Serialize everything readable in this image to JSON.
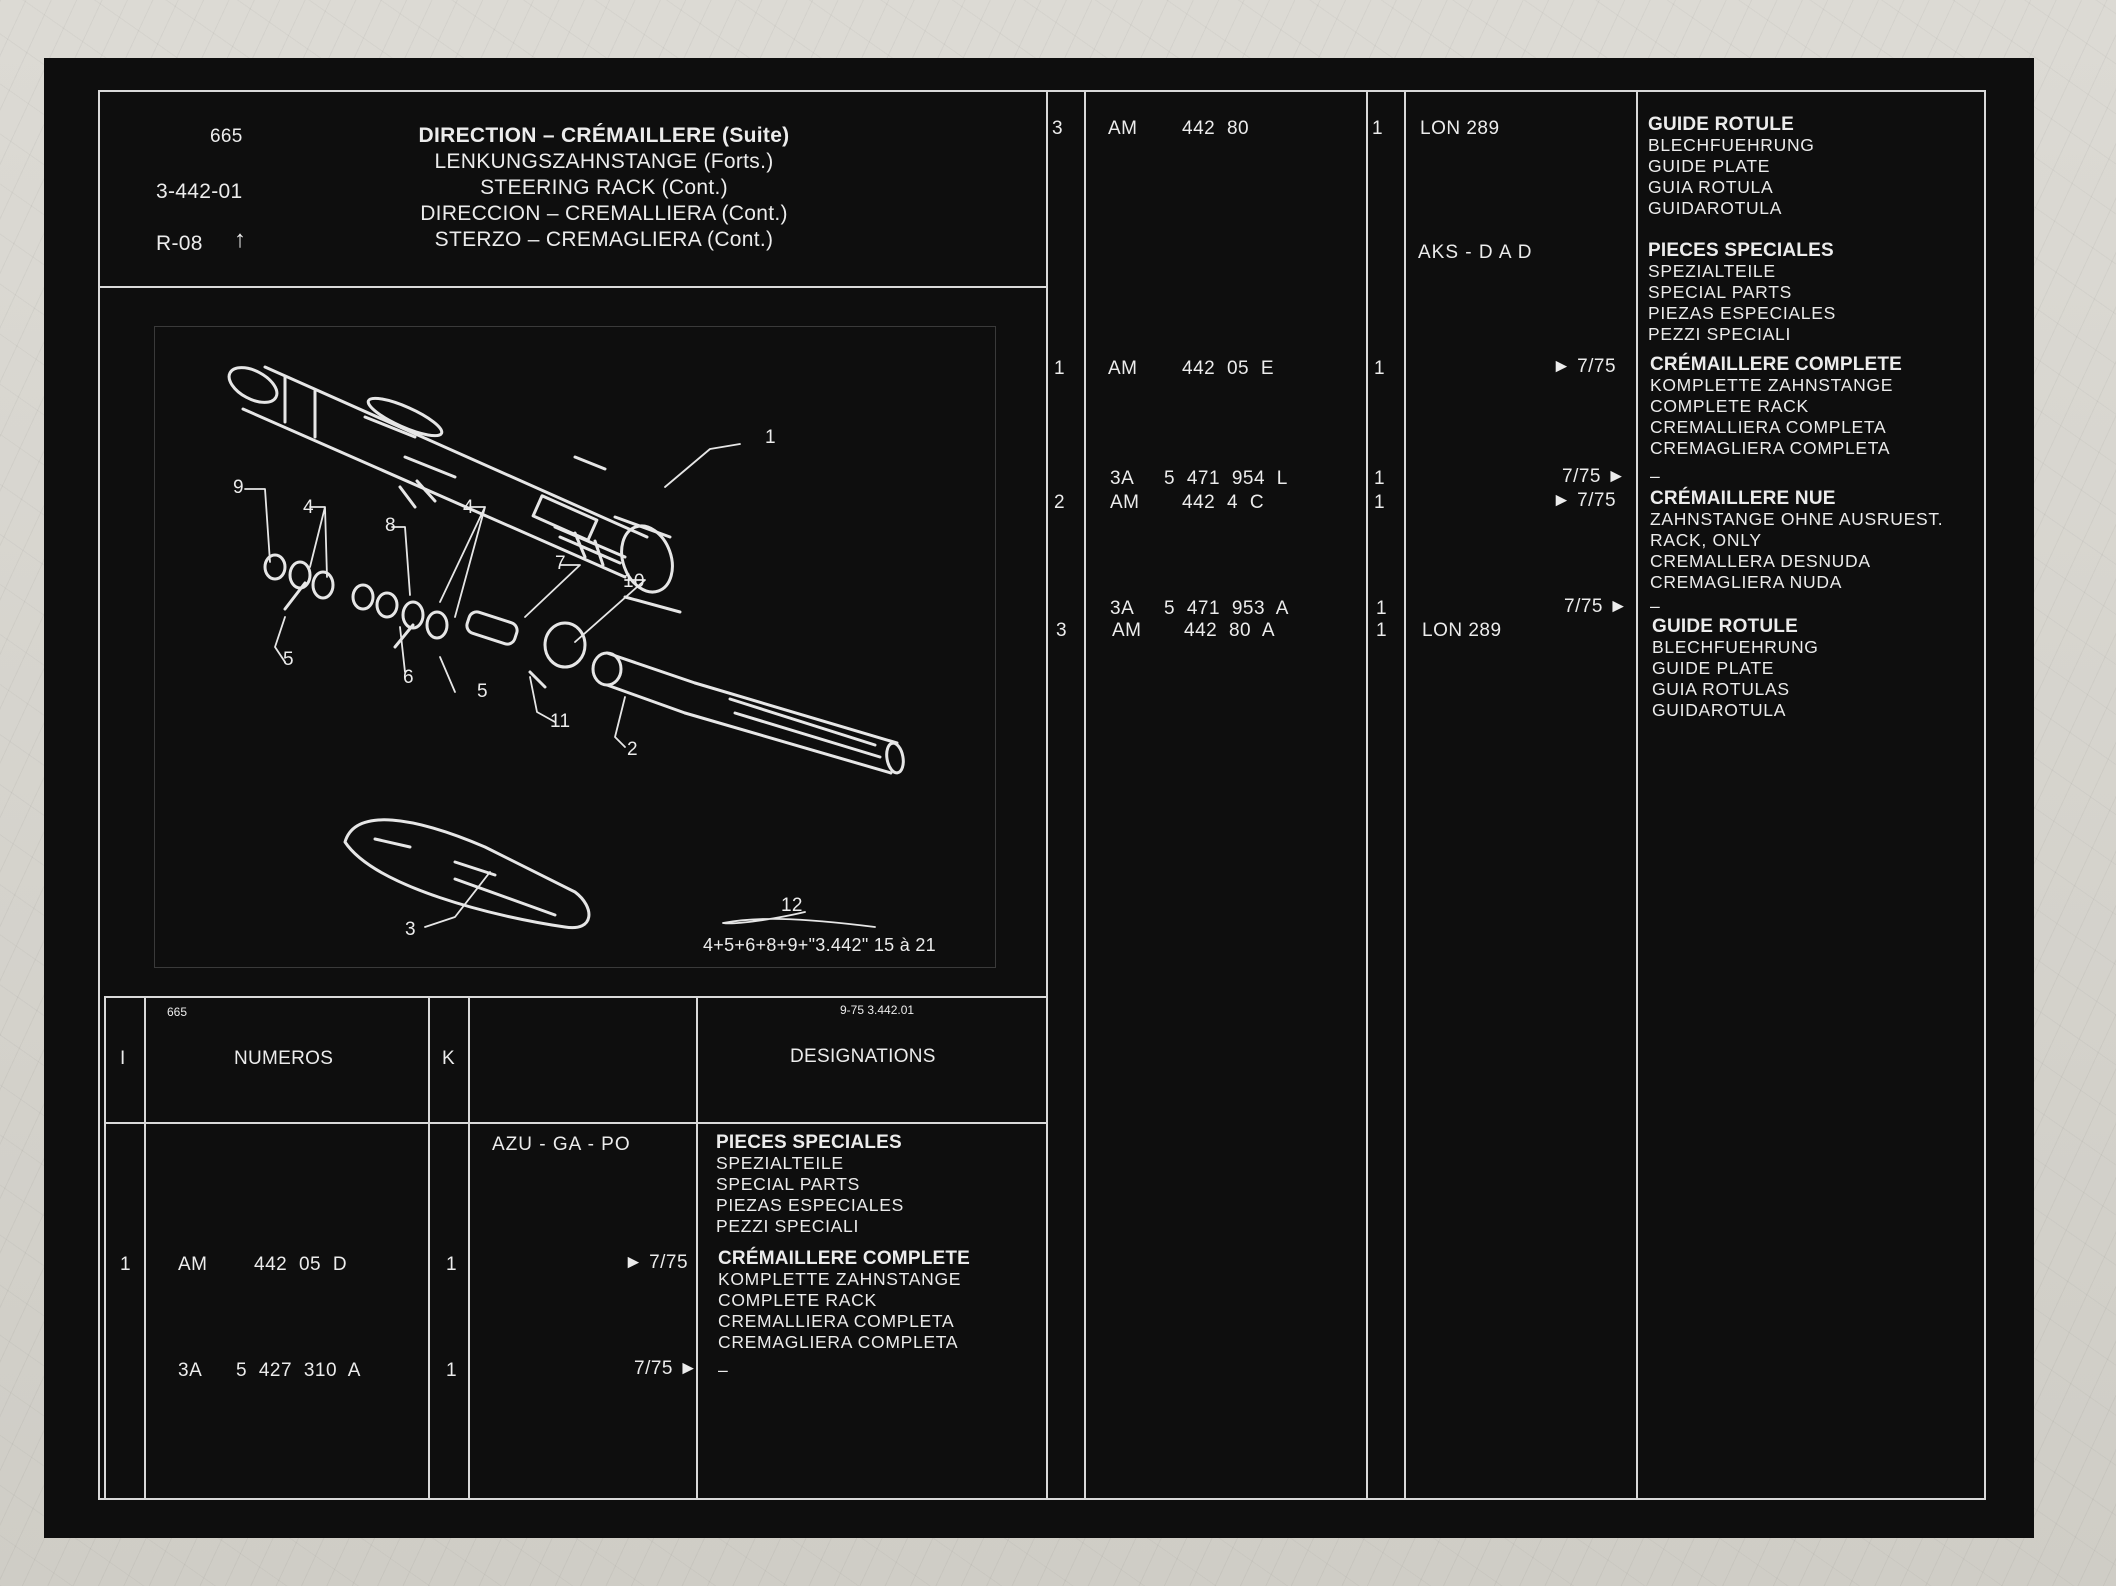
{
  "header": {
    "page_num": "665",
    "ref_code": "3-442-01",
    "rev_code": "R-08",
    "title_lines": [
      "DIRECTION – CRÉMAILLERE (Suite)",
      "LENKUNGSZAHNSTANGE (Forts.)",
      "STEERING RACK (Cont.)",
      "DIRECCION – CREMALLIERA (Cont.)",
      "STERZO – CREMAGLIERA (Cont.)"
    ]
  },
  "diagram": {
    "labels": [
      "1",
      "2",
      "3",
      "4",
      "4",
      "5",
      "5",
      "6",
      "7",
      "8",
      "9",
      "10",
      "11",
      "12"
    ],
    "kit_formula": "4+5+6+8+9+\"3.442\" 15 à 21",
    "footer_left": "665",
    "footer_right": "9-75   3.442.01"
  },
  "table_header": {
    "col_i": "I",
    "col_numeros": "NUMEROS",
    "col_k": "K",
    "col_designations": "DESIGNATIONS"
  },
  "left_rows": {
    "group": "AZU - GA - PO",
    "special": [
      "PIECES SPECIALES",
      "SPEZIALTEILE",
      "SPECIAL PARTS",
      "PIEZAS ESPECIALES",
      "PEZZI SPECIALI"
    ],
    "row1": {
      "i": "1",
      "pre": "AM",
      "num": "442  05  D",
      "k": "1",
      "date": "► 7/75",
      "desc": [
        "CRÉMAILLERE COMPLETE",
        "KOMPLETTE ZAHNSTANGE",
        "COMPLETE RACK",
        "CREMALLIERA COMPLETA",
        "CREMAGLIERA COMPLETA"
      ]
    },
    "row2": {
      "pre": "3A",
      "num": "5 427  310  A",
      "k": "1",
      "date": "7/75 ►",
      "desc": [
        "–"
      ]
    }
  },
  "right_rows": {
    "r1": {
      "i": "3",
      "pre": "AM",
      "num": "442   80",
      "k": "1",
      "obs": "LON 289",
      "desc": [
        "GUIDE ROTULE",
        "BLECHFUEHRUNG",
        "GUIDE PLATE",
        "GUIA ROTULA",
        "GUIDAROTULA"
      ]
    },
    "group": "AKS - D A D",
    "special": [
      "PIECES SPECIALES",
      "SPEZIALTEILE",
      "SPECIAL PARTS",
      "PIEZAS ESPECIALES",
      "PEZZI SPECIALI"
    ],
    "r2": {
      "i": "1",
      "pre": "AM",
      "num": "442   05  E",
      "k": "1",
      "date": "► 7/75",
      "desc": [
        "CRÉMAILLERE COMPLETE",
        "KOMPLETTE ZAHNSTANGE",
        "COMPLETE RACK",
        "CREMALLIERA COMPLETA",
        "CREMAGLIERA COMPLETA"
      ]
    },
    "r3": {
      "pre": "3A",
      "num": "5 471  954  L",
      "k": "1",
      "date": "7/75 ►",
      "desc": [
        "–"
      ]
    },
    "r4": {
      "i": "2",
      "pre": "AM",
      "num": "442     4  C",
      "k": "1",
      "date": "► 7/75",
      "desc": [
        "CRÉMAILLERE NUE",
        "ZAHNSTANGE OHNE AUSRUEST.",
        "RACK, ONLY",
        "CREMALLERA DESNUDA",
        "CREMAGLIERA NUDA"
      ]
    },
    "r5": {
      "pre": "3A",
      "num": "5 471  953  A",
      "k": "1",
      "date": "7/75 ►",
      "desc": [
        "–"
      ]
    },
    "r6": {
      "i": "3",
      "pre": "AM",
      "num": "442   80  A",
      "k": "1",
      "obs": "LON 289",
      "desc": [
        "GUIDE ROTULE",
        "BLECHFUEHRUNG",
        "GUIDE PLATE",
        "GUIA ROTULAS",
        "GUIDAROTULA"
      ]
    }
  }
}
